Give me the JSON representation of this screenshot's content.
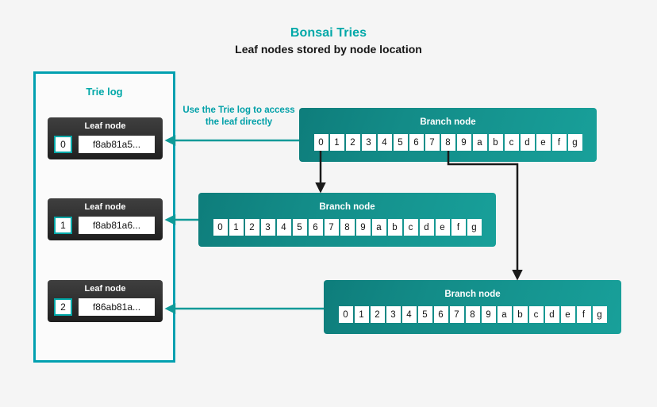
{
  "header": {
    "title": "Bonsai Tries",
    "subtitle": "Leaf nodes stored by node location",
    "title_color": "#00a8a8"
  },
  "trie_log": {
    "title": "Trie log",
    "border_color": "#00a0b0",
    "leaf_label": "Leaf node",
    "leaves": [
      {
        "index": "0",
        "hash": "f8ab81a5..."
      },
      {
        "index": "1",
        "hash": "f8ab81a6..."
      },
      {
        "index": "2",
        "hash": "f86ab81a..."
      }
    ]
  },
  "annotation": {
    "text": "Use the Trie log to access the leaf directly",
    "color": "#00a0a8"
  },
  "branch_nodes": [
    {
      "label": "Branch node",
      "cells": [
        "0",
        "1",
        "2",
        "3",
        "4",
        "5",
        "6",
        "7",
        "8",
        "9",
        "a",
        "b",
        "c",
        "d",
        "e",
        "f",
        "g"
      ]
    },
    {
      "label": "Branch node",
      "cells": [
        "0",
        "1",
        "2",
        "3",
        "4",
        "5",
        "6",
        "7",
        "8",
        "9",
        "a",
        "b",
        "c",
        "d",
        "e",
        "f",
        "g"
      ]
    },
    {
      "label": "Branch node",
      "cells": [
        "0",
        "1",
        "2",
        "3",
        "4",
        "5",
        "6",
        "7",
        "8",
        "9",
        "a",
        "b",
        "c",
        "d",
        "e",
        "f",
        "g"
      ]
    }
  ],
  "colors": {
    "background": "#f5f5f5",
    "branch_teal_dark": "#0e7d7b",
    "branch_teal_light": "#18a09a",
    "leaf_dark": "#303030",
    "arrow_black": "#1a1a1a",
    "arrow_teal": "#109a98"
  }
}
